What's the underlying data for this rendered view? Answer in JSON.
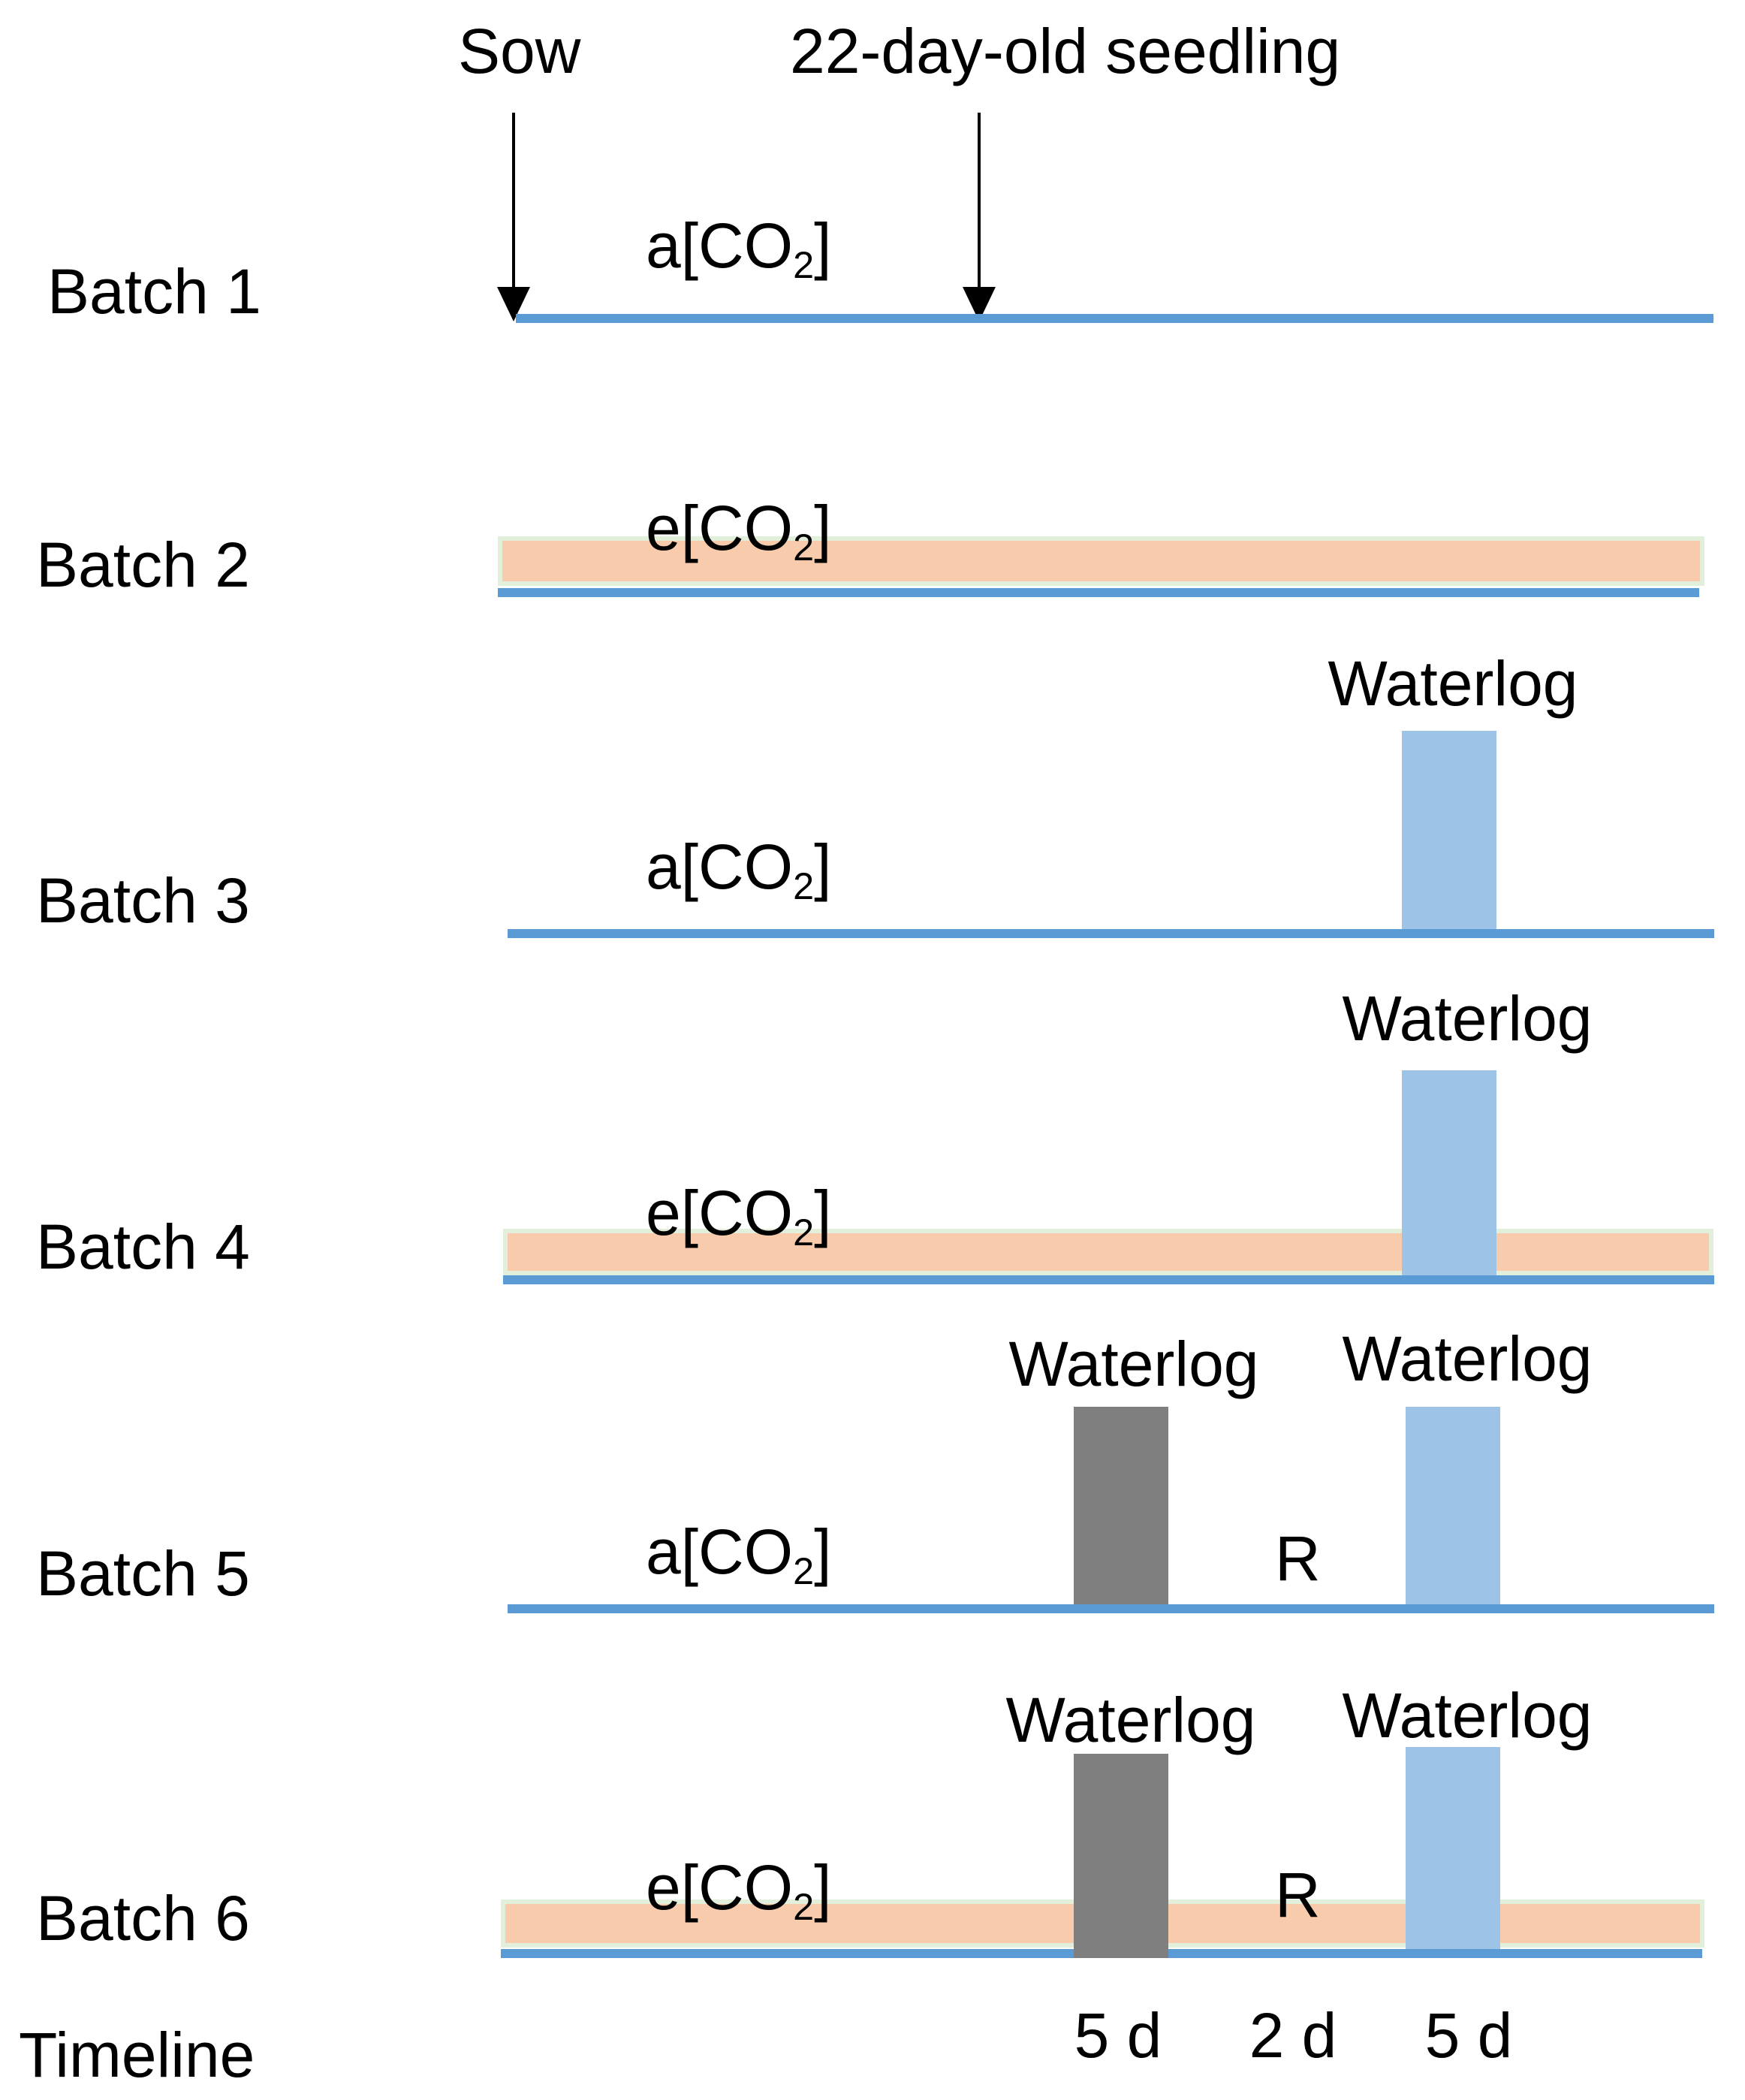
{
  "header": {
    "sow_label": "Sow",
    "seedling_label": "22-day-old seedling"
  },
  "batches": [
    {
      "label": "Batch 1",
      "co2": {
        "pre": "a[CO",
        "sub": "2",
        "post": "]"
      },
      "waterlogs": [],
      "resume_label": null
    },
    {
      "label": "Batch 2",
      "co2": {
        "pre": "e[CO",
        "sub": "2",
        "post": "]"
      },
      "waterlogs": [],
      "resume_label": null
    },
    {
      "label": "Batch 3",
      "co2": {
        "pre": "a[CO",
        "sub": "2",
        "post": "]"
      },
      "waterlogs": [
        {
          "label": "Waterlog",
          "style": "blue"
        }
      ],
      "resume_label": null
    },
    {
      "label": "Batch 4",
      "co2": {
        "pre": "e[CO",
        "sub": "2",
        "post": "]"
      },
      "waterlogs": [
        {
          "label": "Waterlog",
          "style": "blue"
        }
      ],
      "resume_label": null
    },
    {
      "label": "Batch 5",
      "co2": {
        "pre": "a[CO",
        "sub": "2",
        "post": "]"
      },
      "waterlogs": [
        {
          "label": "Waterlog",
          "style": "gray"
        },
        {
          "label": "Waterlog",
          "style": "blue"
        }
      ],
      "resume_label": "R"
    },
    {
      "label": "Batch 6",
      "co2": {
        "pre": "e[CO",
        "sub": "2",
        "post": "]"
      },
      "waterlogs": [
        {
          "label": "Waterlog",
          "style": "gray"
        },
        {
          "label": "Waterlog",
          "style": "blue"
        }
      ],
      "resume_label": "R"
    }
  ],
  "timeline": {
    "label": "Timeline",
    "durations": [
      {
        "text": "5 d"
      },
      {
        "text": "2 d"
      },
      {
        "text": "5 d"
      }
    ]
  },
  "colors": {
    "line_blue": "#5B9BD5",
    "bar_blue": "#9DC3E6",
    "bar_gray": "#7F7F7F",
    "band_orange": "#F8CBAD",
    "band_border": "#E2EFDA",
    "text": "#000000"
  }
}
